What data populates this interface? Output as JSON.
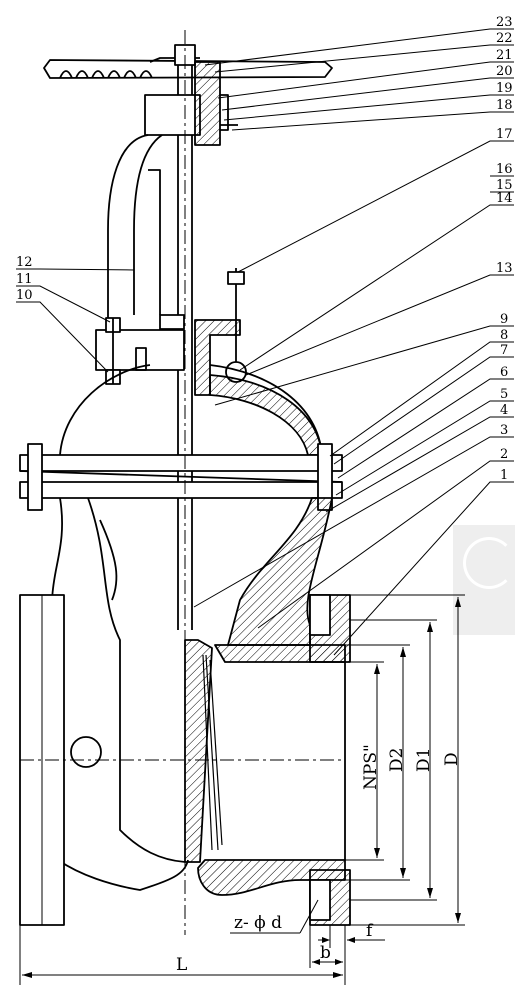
{
  "callouts": [
    "1",
    "2",
    "3",
    "4",
    "5",
    "6",
    "7",
    "8",
    "9",
    "10",
    "11",
    "12",
    "13",
    "14",
    "15",
    "16",
    "17",
    "18",
    "19",
    "20",
    "21",
    "22",
    "23"
  ],
  "dimensions": {
    "nps": "NPS\"",
    "d2": "D2",
    "d1": "D1",
    "d": "D",
    "bolt_holes": "z- ϕ d",
    "f": "f",
    "b": "b",
    "l": "L"
  },
  "colors": {
    "line": "#000000",
    "background": "#ffffff",
    "watermark": "#eeeeee"
  }
}
